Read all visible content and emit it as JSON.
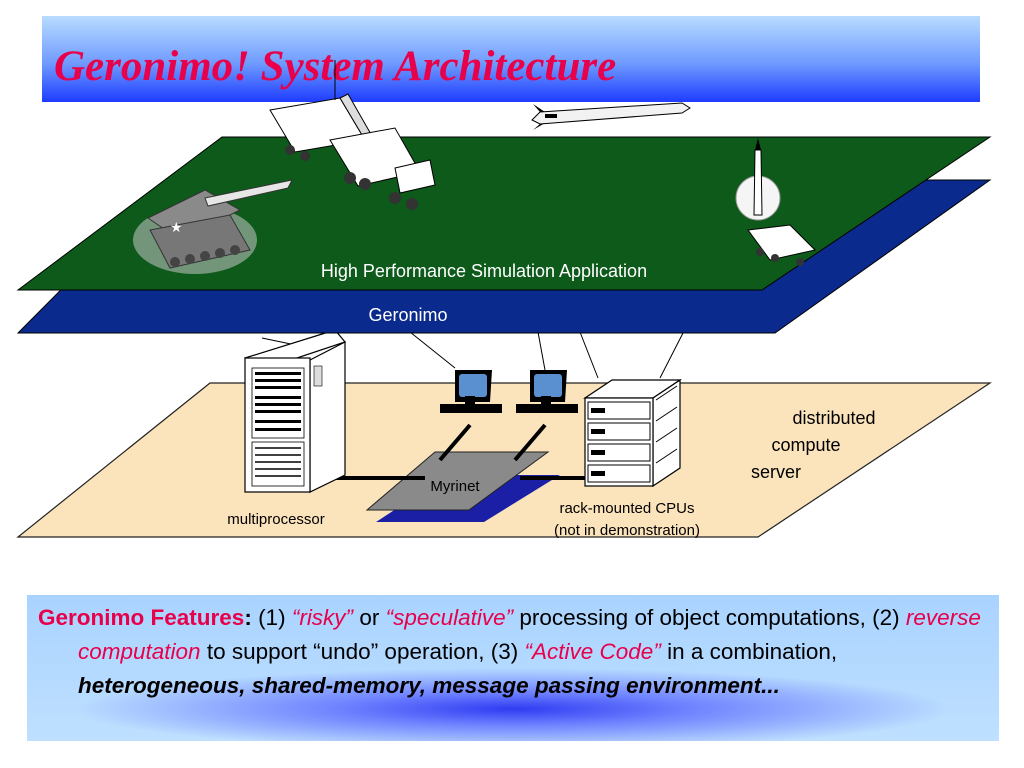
{
  "title": "Geronimo! System Architecture",
  "layers": {
    "application": "High  Performance Simulation Application",
    "middleware": "Geronimo",
    "network": "Myrinet"
  },
  "hardware": {
    "multiprocessor": "multiprocessor",
    "rack_line1": "rack-mounted CPUs",
    "rack_line2": "(not in demonstration)",
    "dist_line1": "distributed",
    "dist_line2": "compute",
    "dist_line3": "server"
  },
  "features": {
    "heading": "Geronimo Features",
    "colon": ":",
    "t1": " (1) ",
    "risky": "“risky”",
    "or": " or ",
    "speculative": "“speculative”",
    "t2": " processing of object computations, (2) ",
    "reverse": "reverse computation",
    "t3": " to support “undo” operation, (3) ",
    "active": "“Active Code”",
    "t4": " in a combination, ",
    "bold": "heterogeneous, shared-memory, message passing environment..."
  },
  "colors": {
    "title": "#e8004a",
    "app_plane": "#0d5a1b",
    "middleware_plane": "#0a2a8e",
    "hardware_plane": "#fbe3bc",
    "network_plate": "#8a8a8a"
  },
  "icons": [
    "missile-launcher-vehicle-icon",
    "truck-launcher-icon",
    "missile-icon",
    "radar-launcher-icon",
    "multiprocessor-cabinet-icon",
    "workstation-icon",
    "rack-server-icon"
  ]
}
